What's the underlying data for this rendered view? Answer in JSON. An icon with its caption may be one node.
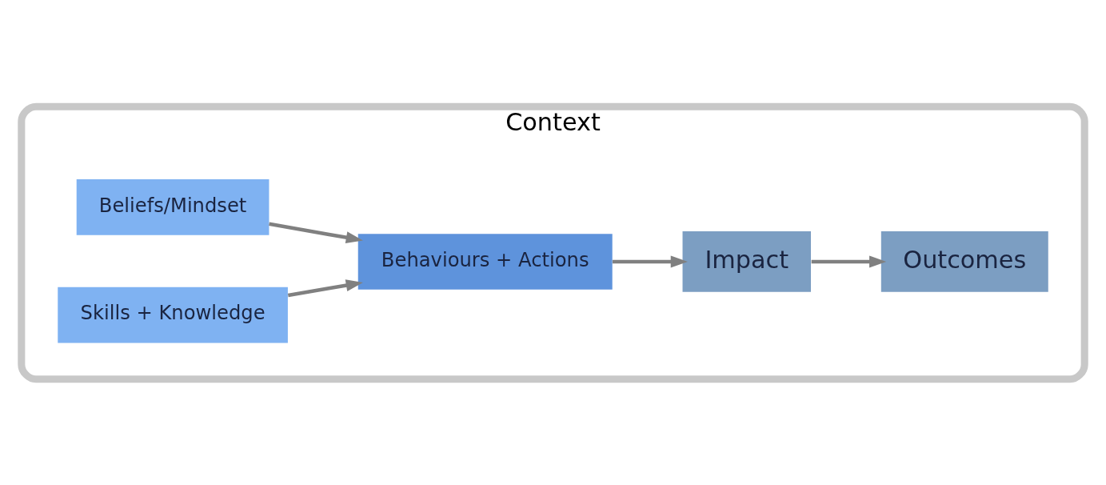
{
  "diagram": {
    "nodes": [
      {
        "text": [
          "Context"
        ]
      },
      {
        "text": [
          "Beliefs/Mindset"
        ],
        "in": 0
      },
      {
        "text": [
          "Skills + Knowledge"
        ],
        "in": 0
      },
      {
        "text": [
          "Behaviours + Actions"
        ],
        "in": 0
      },
      {
        "text": [
          "Impact"
        ],
        "in": 0
      },
      {
        "text": [
          "Outcomes"
        ],
        "in": 0
      }
    ],
    "edges": [
      {
        "from": 1,
        "to": 3,
        "arrow": "to"
      },
      {
        "from": 2,
        "to": 3,
        "arrow": "to"
      },
      {
        "from": 3,
        "to": 4,
        "arrow": "to"
      },
      {
        "from": 4,
        "to": 5,
        "arrow": "to"
      }
    ]
  }
}
